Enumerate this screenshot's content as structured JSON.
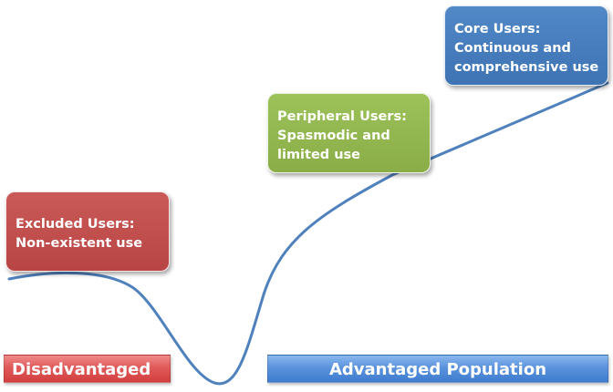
{
  "diagram": {
    "callouts": {
      "excluded": {
        "line1": "Excluded Users:",
        "line2": "Non-existent use",
        "color": "#c0504d"
      },
      "peripheral": {
        "line1": "Peripheral Users:",
        "line2": "Spasmodic and",
        "line3": "limited use",
        "color": "#9bbb59"
      },
      "core": {
        "line1": "Core Users:",
        "line2": "Continuous and",
        "line3": "comprehensive use",
        "color": "#4f81bd"
      }
    },
    "bands": {
      "disadvantaged": {
        "label": "Disadvantaged",
        "color": "#e05a5a"
      },
      "advantaged": {
        "label": "Advantaged Population",
        "color": "#5b93dc"
      }
    },
    "curve_color": "#4f81bd"
  }
}
